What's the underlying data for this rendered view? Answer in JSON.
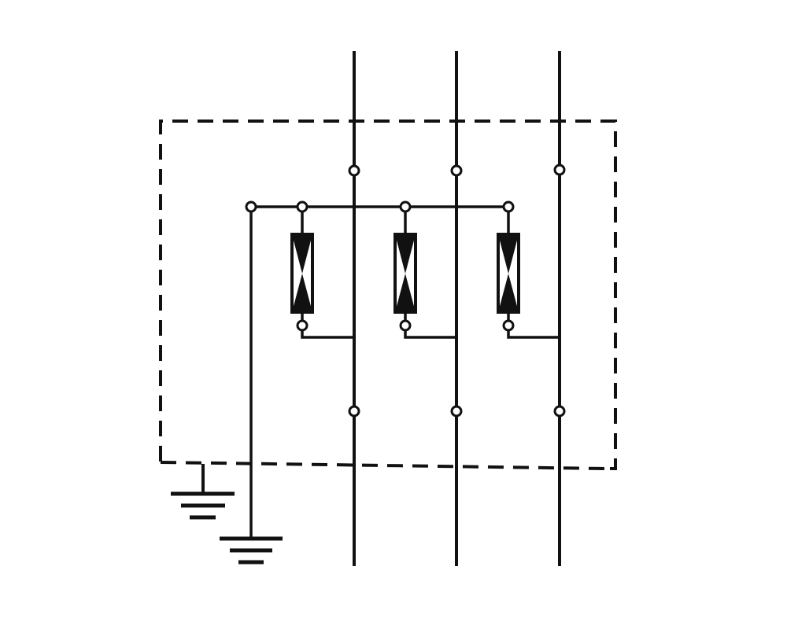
{
  "diagram": {
    "type": "circuit-schematic",
    "phase_count": 3,
    "arrester_count": 3,
    "ground_symbol_count": 2,
    "colors": {
      "background": "#ffffff",
      "ink": "#111111",
      "terminal_fill": "#ffffff"
    }
  }
}
